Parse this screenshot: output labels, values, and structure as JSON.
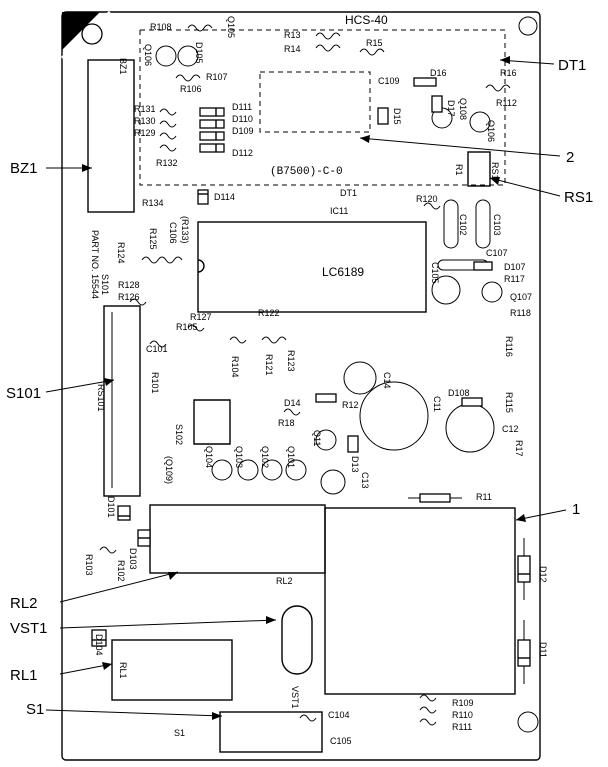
{
  "board": {
    "model": "HCS-40",
    "part_number": "PART NO. 15544",
    "ic_name": "LC6189",
    "ic_ref": "IC11",
    "module_code": "(B7500)-C-0"
  },
  "callouts": [
    {
      "id": "dt1",
      "text": "DT1"
    },
    {
      "id": "bz1",
      "text": "BZ1"
    },
    {
      "id": "two",
      "text": "2"
    },
    {
      "id": "rs1",
      "text": "RS1"
    },
    {
      "id": "s101",
      "text": "S101"
    },
    {
      "id": "one",
      "text": "1"
    },
    {
      "id": "rl2",
      "text": "RL2"
    },
    {
      "id": "vst1",
      "text": "VST1"
    },
    {
      "id": "rl1",
      "text": "RL1"
    },
    {
      "id": "s1",
      "text": "S1"
    }
  ],
  "silk": {
    "r108": "R108",
    "q105": "Q105",
    "bz1": "BZ1",
    "q106": "Q106",
    "d105": "D105",
    "r13": "R13",
    "r14": "R14",
    "r15": "R15",
    "r16": "R16",
    "c109": "C109",
    "d16": "D16",
    "r107": "R107",
    "r106": "R106",
    "r131": "R131",
    "r130": "R130",
    "r129": "R129",
    "r132": "R132",
    "d111": "D111",
    "d110": "D110",
    "d109": "D109",
    "d112": "D112",
    "d15": "D15",
    "d17": "D17",
    "q108": "Q108",
    "r112": "R112",
    "q106b": "Q106",
    "dt1": "DT1",
    "rs1": "RS1",
    "r1x": "R1",
    "r134": "R134",
    "d114": "D114",
    "r133": "(R133)",
    "c106": "C106",
    "r125": "R125",
    "r124": "R124",
    "r120": "R120",
    "c102": "C102",
    "c103": "C103",
    "c107": "C107",
    "c105b": "C105",
    "d107": "D107",
    "r117": "R117",
    "q107": "Q107",
    "r118": "R118",
    "s101": "S101",
    "r128": "R128",
    "r126": "R126",
    "r127": "R127",
    "r105": "R105",
    "r122": "R122",
    "c101": "C101",
    "r104": "R104",
    "r121": "R121",
    "r123": "R123",
    "r116": "R116",
    "r101": "R101",
    "rs101": "RS101",
    "c14": "C14",
    "d14": "D14",
    "r12": "R12",
    "r18": "R18",
    "d108": "D108",
    "c11": "C11",
    "r115": "R115",
    "c12": "C12",
    "r17": "R17",
    "s102": "S102",
    "q104": "Q104",
    "q103": "Q103",
    "q102": "Q102",
    "q101": "Q101",
    "q109": "(Q109)",
    "q11": "Q11",
    "d13": "D13",
    "c13": "C13",
    "r11": "R11",
    "d101": "D101",
    "d103": "D103",
    "r102": "R102",
    "r103": "R103",
    "rl2": "RL2",
    "d12": "D12",
    "d104": "D104",
    "rl1": "RL1",
    "vst1": "VST1",
    "d11": "D11",
    "r109": "R109",
    "r110": "R110",
    "r111": "R111",
    "c104": "C104",
    "s1": "S1",
    "c105": "C105"
  }
}
